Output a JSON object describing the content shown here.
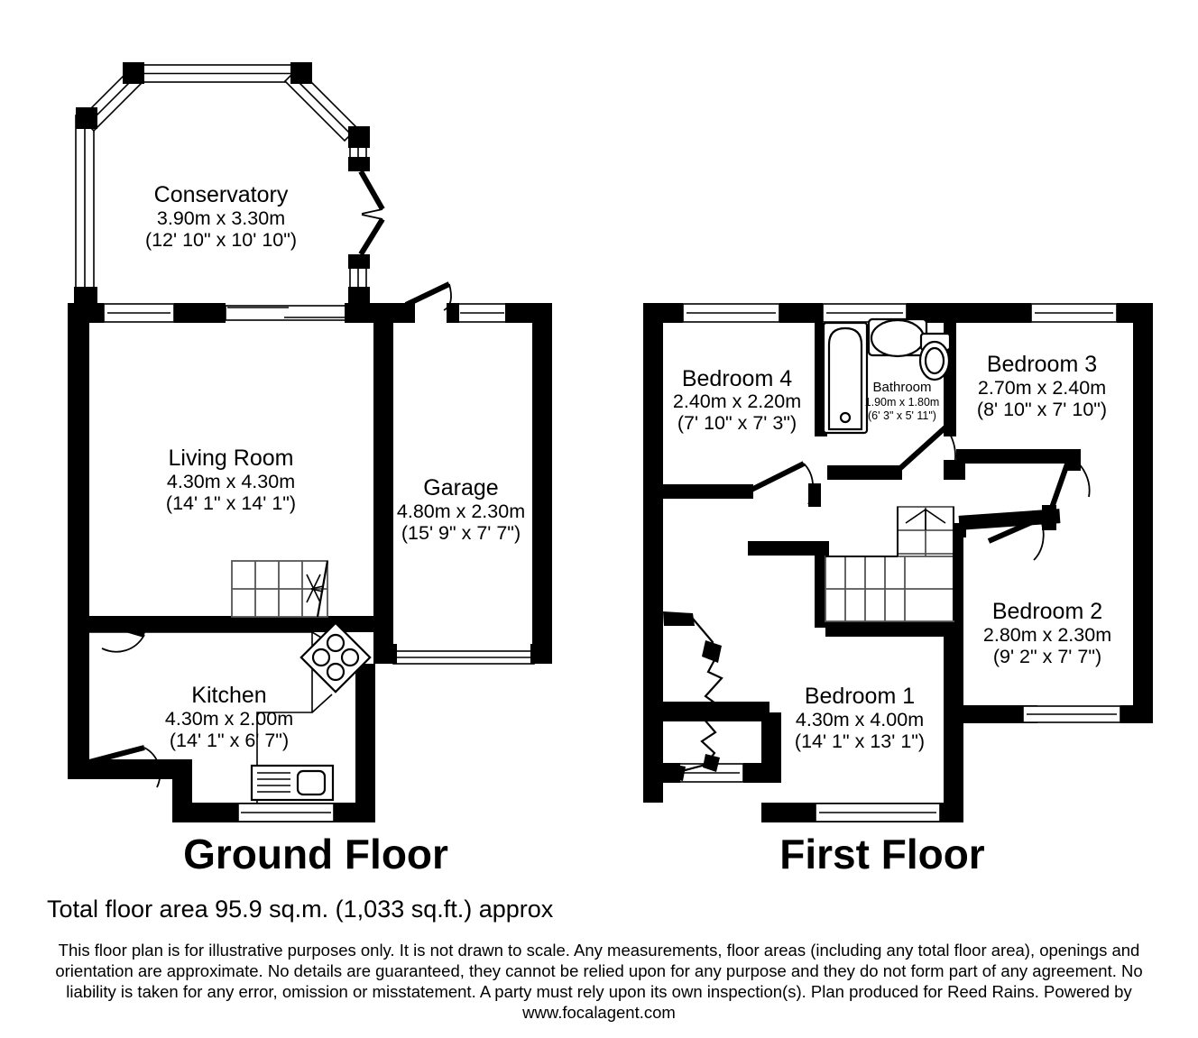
{
  "document": {
    "type": "floor-plan",
    "total_area_text": "Total floor area 95.9 sq.m. (1,033 sq.ft.) approx",
    "disclaimer_lines": [
      "This floor plan is for illustrative purposes only. It is not drawn to scale. Any measurements, floor areas (including any total floor area), openings and",
      "orientation are approximate. No details are guaranteed, they cannot be relied upon for any purpose and they do not form part of any agreement. No",
      "liability is taken for any error, omission or misstatement. A party must rely upon its own inspection(s). Plan produced for Reed Rains. Powered by",
      "www.focalagent.com"
    ]
  },
  "colors": {
    "wall": "#000000",
    "background": "#ffffff",
    "stair_tread": "#555555"
  },
  "floors": [
    {
      "id": "ground",
      "title": "Ground Floor",
      "rooms": [
        {
          "id": "conservatory",
          "name": "Conservatory",
          "metric": "3.90m x 3.30m",
          "imperial": "(12' 10\" x 10' 10\")"
        },
        {
          "id": "living-room",
          "name": "Living Room",
          "metric": "4.30m x 4.30m",
          "imperial": "(14' 1\" x 14' 1\")"
        },
        {
          "id": "garage",
          "name": "Garage",
          "metric": "4.80m x 2.30m",
          "imperial": "(15' 9\" x 7' 7\")"
        },
        {
          "id": "kitchen",
          "name": "Kitchen",
          "metric": "4.30m x 2.00m",
          "imperial": "(14' 1\" x 6' 7\")"
        }
      ]
    },
    {
      "id": "first",
      "title": "First Floor",
      "rooms": [
        {
          "id": "bedroom-4",
          "name": "Bedroom 4",
          "metric": "2.40m x 2.20m",
          "imperial": "(7' 10\" x 7' 3\")"
        },
        {
          "id": "bathroom",
          "name": "Bathroom",
          "metric": "1.90m x 1.80m",
          "imperial": "(6' 3\" x 5' 11\")"
        },
        {
          "id": "bedroom-3",
          "name": "Bedroom 3",
          "metric": "2.70m x 2.40m",
          "imperial": "(8' 10\" x 7' 10\")"
        },
        {
          "id": "bedroom-2",
          "name": "Bedroom 2",
          "metric": "2.80m x 2.30m",
          "imperial": "(9' 2\" x 7' 7\")"
        },
        {
          "id": "bedroom-1",
          "name": "Bedroom 1",
          "metric": "4.30m x 4.00m",
          "imperial": "(14' 1\" x 13' 1\")"
        }
      ]
    }
  ],
  "fixtures": {
    "ground": [
      "stairs-up",
      "kitchen-hob",
      "kitchen-sink",
      "kitchen-worktop"
    ],
    "first": [
      "bath",
      "wash-basin",
      "toilet",
      "stairs-landing"
    ]
  }
}
